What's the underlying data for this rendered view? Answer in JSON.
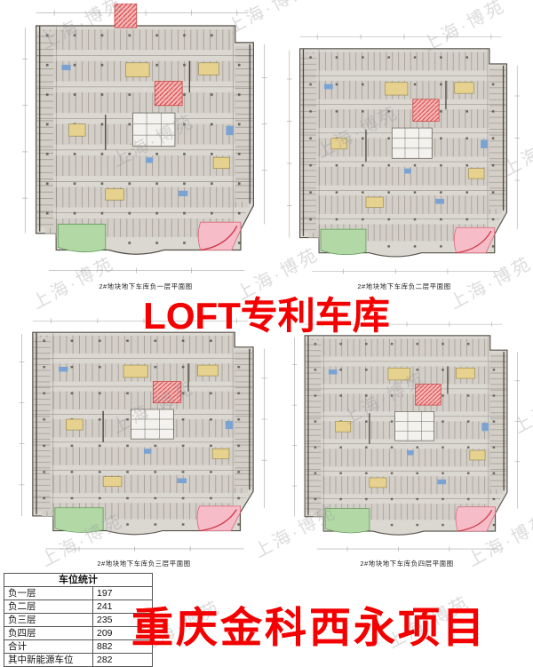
{
  "watermark": {
    "text": "上海·博苑"
  },
  "overlays": {
    "middle_title": "LOFT专利车库",
    "bottom_title": "重庆金科西永项目"
  },
  "plans": [
    {
      "caption": "2#地块地下车库负一层平面图"
    },
    {
      "caption": "2#地块地下车库负二层平面图"
    },
    {
      "caption": "2#地块地下车库负三层平面图"
    },
    {
      "caption": "2#地块地下车库负四层平面图"
    }
  ],
  "stats_table": {
    "title": "车位统计",
    "rows": [
      {
        "label": "负一层",
        "value": "197"
      },
      {
        "label": "负二层",
        "value": "241"
      },
      {
        "label": "负三层",
        "value": "235"
      },
      {
        "label": "负四层",
        "value": "209"
      },
      {
        "label": "合计",
        "value": "882"
      },
      {
        "label": "其中新能源车位",
        "value": "282"
      }
    ]
  }
}
